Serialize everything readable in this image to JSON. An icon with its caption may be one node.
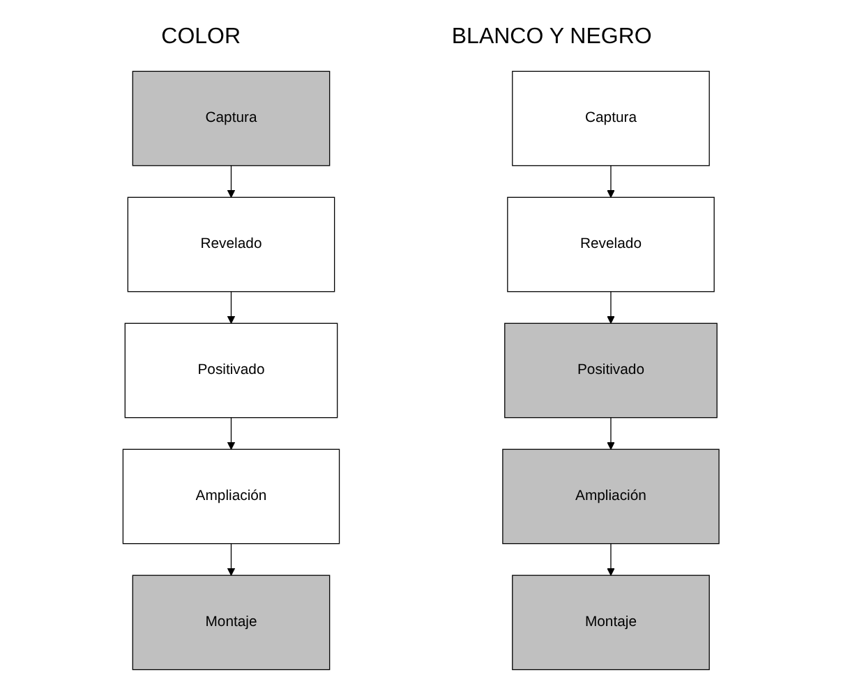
{
  "diagram": {
    "nodes": [
      {
        "text": [
          "Captura"
        ]
      },
      {
        "text": [
          "Revelado"
        ]
      },
      {
        "text": [
          "Positivado"
        ]
      },
      {
        "text": [
          "Ampliación"
        ]
      },
      {
        "text": [
          "Montaje"
        ]
      },
      {
        "text": [
          "Captura"
        ]
      },
      {
        "text": [
          "Revelado"
        ]
      },
      {
        "text": [
          "Positivado"
        ]
      },
      {
        "text": [
          "Ampliación"
        ]
      },
      {
        "text": [
          "Montaje"
        ]
      }
    ],
    "edges": [
      {
        "from": 0,
        "to": 1,
        "arrow": "to"
      },
      {
        "from": 1,
        "to": 2,
        "arrow": "to"
      },
      {
        "from": 2,
        "to": 3,
        "arrow": "to"
      },
      {
        "from": 3,
        "to": 4,
        "arrow": "to"
      },
      {
        "from": 5,
        "to": 6,
        "arrow": "to"
      },
      {
        "from": 6,
        "to": 7,
        "arrow": "to"
      },
      {
        "from": 7,
        "to": 8,
        "arrow": "to"
      },
      {
        "from": 8,
        "to": 9,
        "arrow": "to"
      }
    ],
    "labels": [
      "COLOR",
      "BLANCO Y NEGRO"
    ]
  }
}
